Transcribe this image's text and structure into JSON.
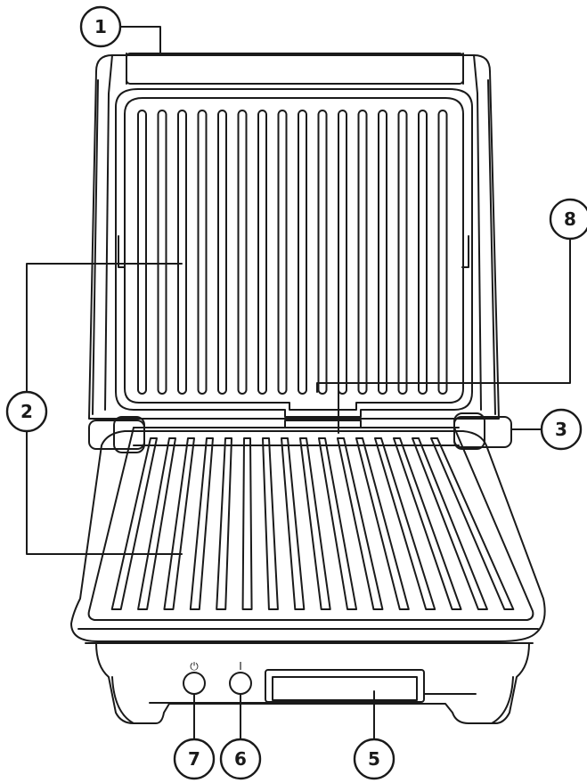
{
  "callouts": [
    "1",
    "2",
    "3",
    "5",
    "6",
    "7",
    "8"
  ],
  "button_symbols": {
    "power": "⏻",
    "on": "I"
  },
  "colors": {
    "line": "#1a1a1a",
    "background": "#ffffff"
  }
}
